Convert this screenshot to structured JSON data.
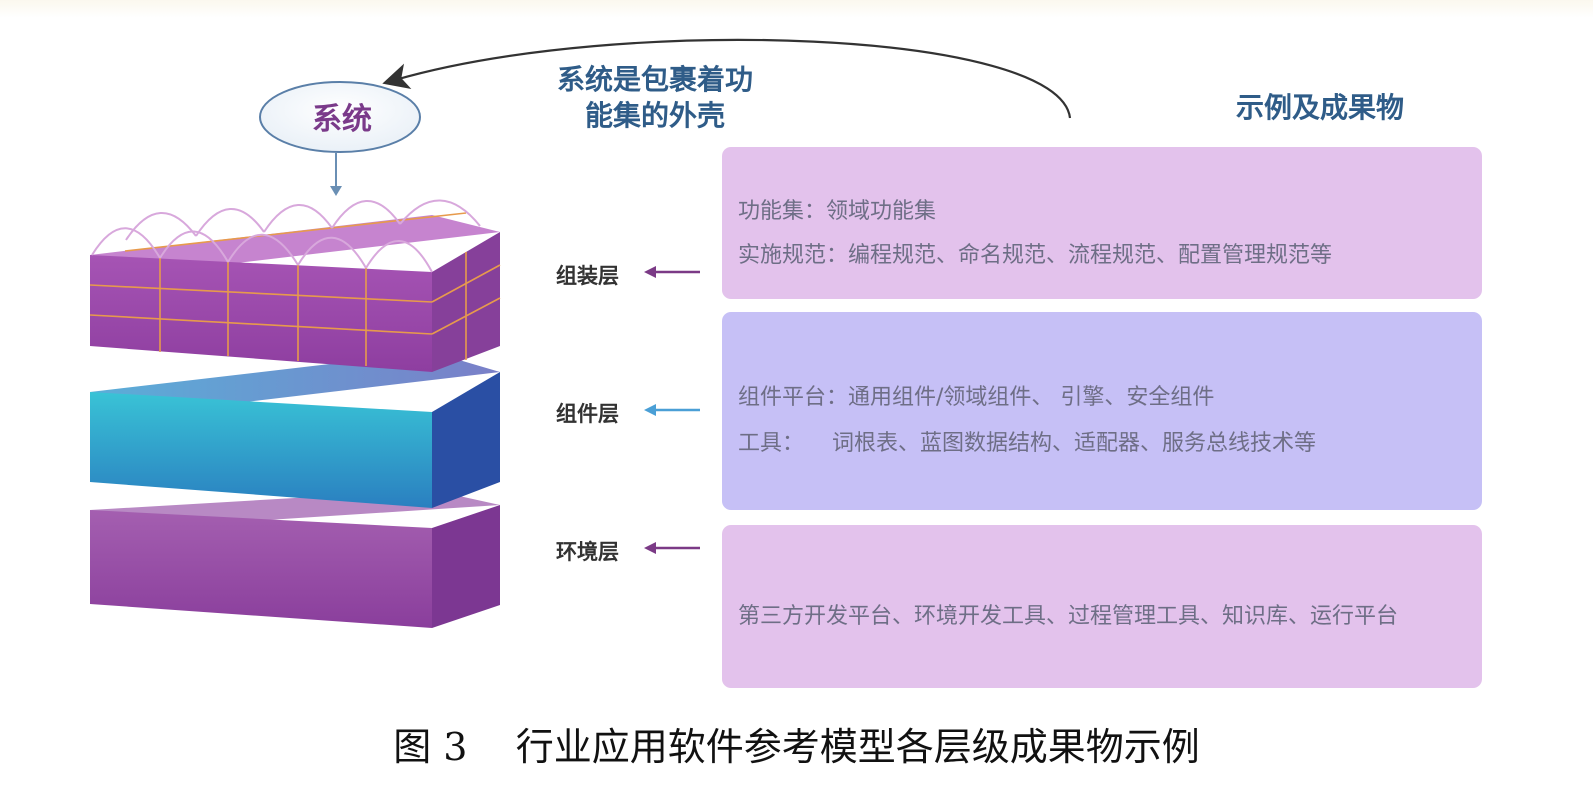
{
  "system": {
    "label": "系统",
    "wrap_text_line1": "系统是包裹着功",
    "wrap_text_line2": "能集的外壳"
  },
  "examples_title": "示例及成果物",
  "layers": [
    {
      "name": "组装层",
      "arrow_color": "#7b3a86",
      "examples": [
        "功能集：领域功能集",
        "实施规范：编程规范、命名规范、流程规范、配置管理规范等"
      ]
    },
    {
      "name": "组件层",
      "arrow_color": "#4a9fd6",
      "examples": [
        "组件平台：通用组件/领域组件、 引擎、安全组件",
        "工具：    词根表、蓝图数据结构、适配器、服务总线技术等"
      ]
    },
    {
      "name": "环境层",
      "arrow_color": "#7b3a86",
      "examples": [
        "第三方开发平台、环境开发工具、过程管理工具、知识库、运行平台"
      ]
    }
  ],
  "caption": "图 3    行业应用软件参考模型各层级成果物示例",
  "colors": {
    "title_blue": "#2f5c88",
    "system_purple": "#7a3a8a",
    "box_pink": "#e3c2ec",
    "box_lavender": "#c6c0f6",
    "example_text": "#6e6e86"
  }
}
